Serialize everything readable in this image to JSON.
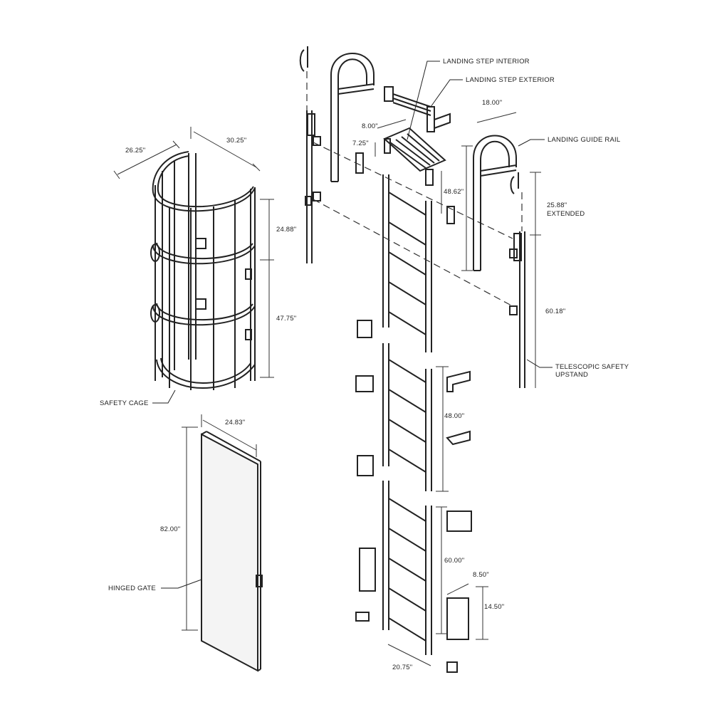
{
  "labels": {
    "landing_step_interior": "LANDING STEP INTERIOR",
    "landing_step_exterior": "LANDING STEP EXTERIOR",
    "landing_guide_rail": "LANDING GUIDE RAIL",
    "telescopic_line1": "TELESCOPIC SAFETY",
    "telescopic_line2": "UPSTAND",
    "safety_cage": "SAFETY CAGE",
    "hinged_gate": "HINGED GATE",
    "extended": "EXTENDED"
  },
  "dimensions": {
    "cage_depth": "26.25\"",
    "cage_width": "30.25\"",
    "cage_upper": "24.88\"",
    "cage_lower": "47.75\"",
    "gate_width": "24.83\"",
    "gate_height": "82.00\"",
    "step_depth": "8.00\"",
    "step_width": "7.25\"",
    "rail_height": "48.62\"",
    "rail_width": "18.00\"",
    "upstand_ext": "25.88\"",
    "upstand_len": "60.18\"",
    "mid_section": "48.00\"",
    "low_section": "60.00\"",
    "bracket_w": "8.50\"",
    "bracket_h": "14.50\"",
    "ladder_width": "20.75\""
  }
}
